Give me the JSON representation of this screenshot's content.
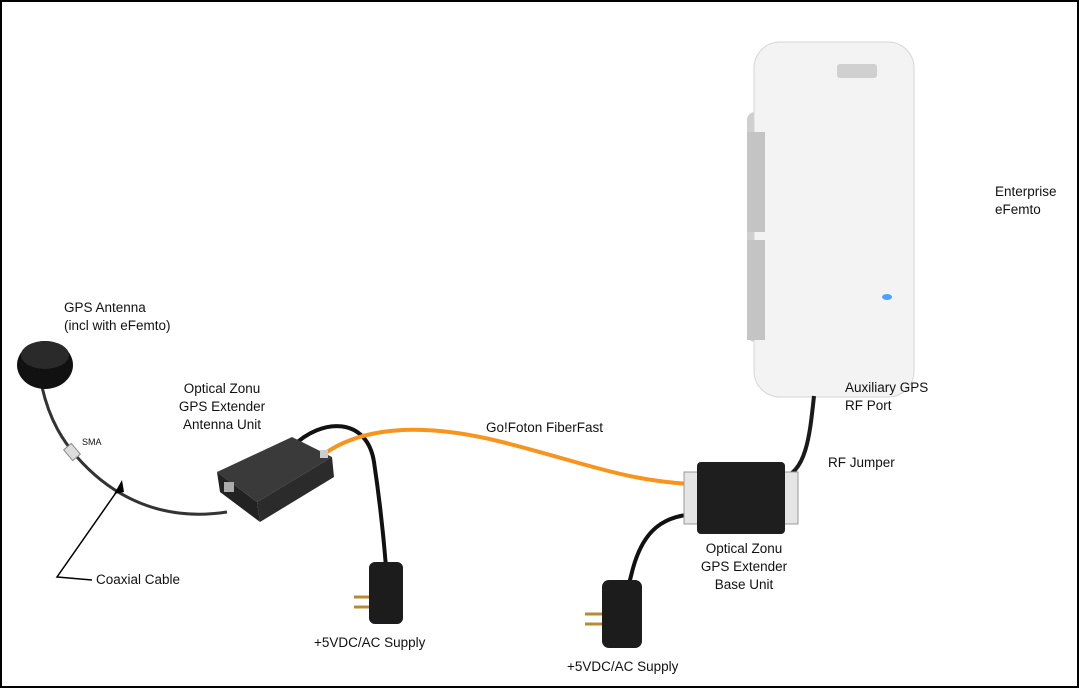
{
  "labels": {
    "gps_antenna": [
      "GPS Antenna",
      "(incl with eFemto)"
    ],
    "sma": "SMA",
    "antenna_unit": [
      "Optical Zonu",
      "GPS Extender",
      "Antenna Unit"
    ],
    "fiber": "Go!Foton FiberFast",
    "aux_port": [
      "Auxiliary GPS",
      "RF Port"
    ],
    "rf_jumper": "RF Jumper",
    "efemto": [
      "Enterprise",
      "eFemto"
    ],
    "base_unit": [
      "Optical Zonu",
      "GPS Extender",
      "Base Unit"
    ],
    "supply_left": "+5VDC/AC Supply",
    "supply_right": "+5VDC/AC Supply",
    "coax": "Coaxial Cable"
  },
  "colors": {
    "fiber": "#f7941d",
    "cable": "#1a1a1a",
    "device": "#2b2b2b",
    "efemto": "#f2f2f2"
  }
}
